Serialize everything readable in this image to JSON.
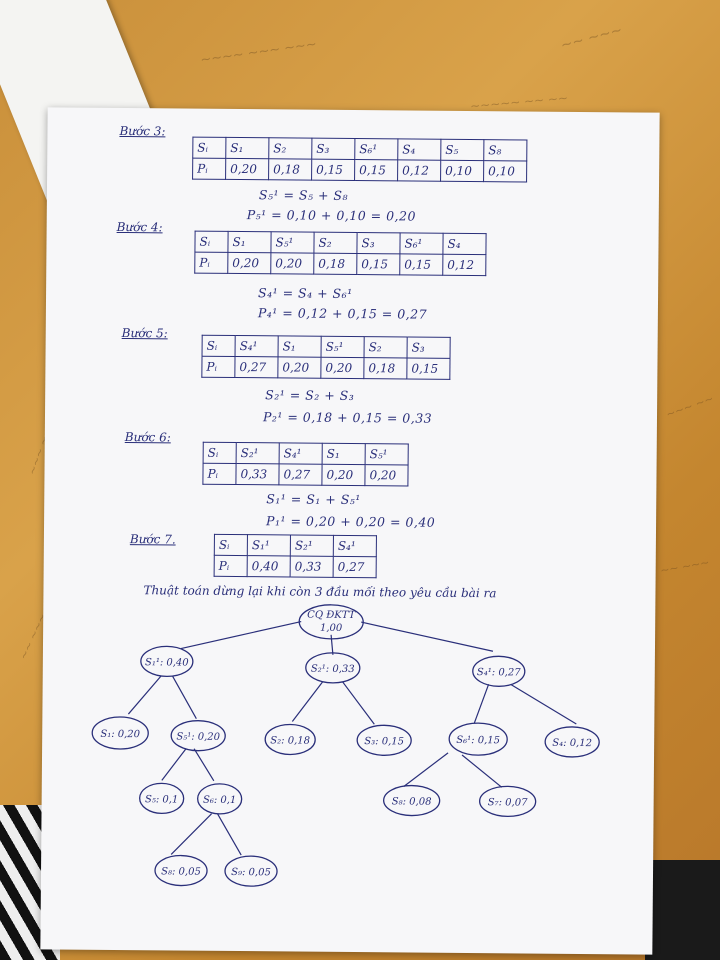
{
  "steps": [
    {
      "label": "Bước 3:",
      "rows": [
        [
          "Sᵢ",
          "S₁",
          "S₂",
          "S₃",
          "S₆¹",
          "S₄",
          "S₅",
          "S₈"
        ],
        [
          "Pᵢ",
          "0,20",
          "0,18",
          "0,15",
          "0,15",
          "0,12",
          "0,10",
          "0,10"
        ]
      ],
      "formulas": [
        "S₅¹ = S₅ + S₈",
        "P₅¹ = 0,10 + 0,10 = 0,20"
      ]
    },
    {
      "label": "Bước 4:",
      "rows": [
        [
          "Sᵢ",
          "S₁",
          "S₅¹",
          "S₂",
          "S₃",
          "S₆¹",
          "S₄"
        ],
        [
          "Pᵢ",
          "0,20",
          "0,20",
          "0,18",
          "0,15",
          "0,15",
          "0,12"
        ]
      ],
      "formulas": [
        "S₄¹ = S₄ + S₆¹",
        "P₄¹ = 0,12 + 0,15 = 0,27"
      ]
    },
    {
      "label": "Bước 5:",
      "rows": [
        [
          "Sᵢ",
          "S₄¹",
          "S₁",
          "S₅¹",
          "S₂",
          "S₃"
        ],
        [
          "Pᵢ",
          "0,27",
          "0,20",
          "0,20",
          "0,18",
          "0,15"
        ]
      ],
      "formulas": [
        "S₂¹ = S₂ + S₃",
        "P₂¹ = 0,18 + 0,15 = 0,33"
      ]
    },
    {
      "label": "Bước 6:",
      "rows": [
        [
          "Sᵢ",
          "S₂¹",
          "S₄¹",
          "S₁",
          "S₅¹"
        ],
        [
          "Pᵢ",
          "0,33",
          "0,27",
          "0,20",
          "0,20"
        ]
      ],
      "formulas": [
        "S₁¹ = S₁ + S₅¹",
        "P₁¹ = 0,20 + 0,20 = 0,40"
      ]
    },
    {
      "label": "Bước 7.",
      "rows": [
        [
          "Sᵢ",
          "S₁¹",
          "S₂¹",
          "S₄¹"
        ],
        [
          "Pᵢ",
          "0,40",
          "0,33",
          "0,27"
        ]
      ],
      "formulas": []
    }
  ],
  "conclusion": "Thuật toán dừng lại khi còn 3 đầu mối theo yêu cầu bài ra",
  "tree": {
    "root": [
      "CQ ĐKTT",
      "1,00"
    ],
    "nodes": {
      "s1p": "S₁¹: 0,40",
      "s2p": "S₂¹: 0,33",
      "s4p": "S₄¹: 0,27",
      "s1": "S₁: 0,20",
      "s5p": "S₅¹: 0,20",
      "s2": "S₂: 0,18",
      "s3": "S₃: 0,15",
      "s6p": "S₆¹: 0,15",
      "s4": "S₄: 0,12",
      "s5": "S₅: 0,1",
      "s6": "S₆: 0,1",
      "s8": "S₈: 0,08",
      "s7": "S₇: 0,07",
      "s8b": "S₈: 0,05",
      "s9": "S₉: 0,05"
    }
  }
}
